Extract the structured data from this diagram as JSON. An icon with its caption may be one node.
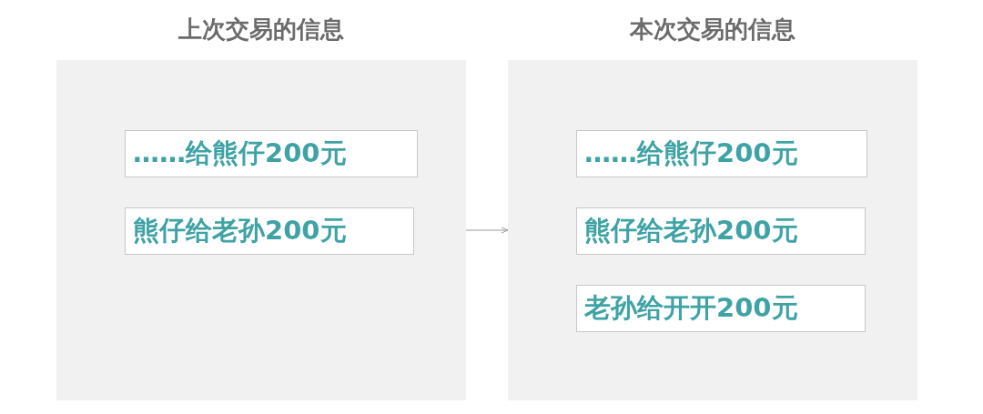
{
  "diagram": {
    "nodes": [
      {
        "text": [
          "上次交易的信息"
        ]
      },
      {
        "text": [
          "……给熊仔200元"
        ],
        "in": 0
      },
      {
        "text": [
          "熊仔给老孙200元"
        ],
        "in": 0
      },
      {
        "text": [
          "本次交易的信息"
        ]
      },
      {
        "text": [
          "……给熊仔200元"
        ],
        "in": 3
      },
      {
        "text": [
          "熊仔给老孙200元"
        ],
        "in": 3
      },
      {
        "text": [
          "老孙给开开200元"
        ],
        "in": 3
      }
    ],
    "edges": [
      {
        "from": 0,
        "to": 3,
        "arrow": "to"
      }
    ]
  }
}
